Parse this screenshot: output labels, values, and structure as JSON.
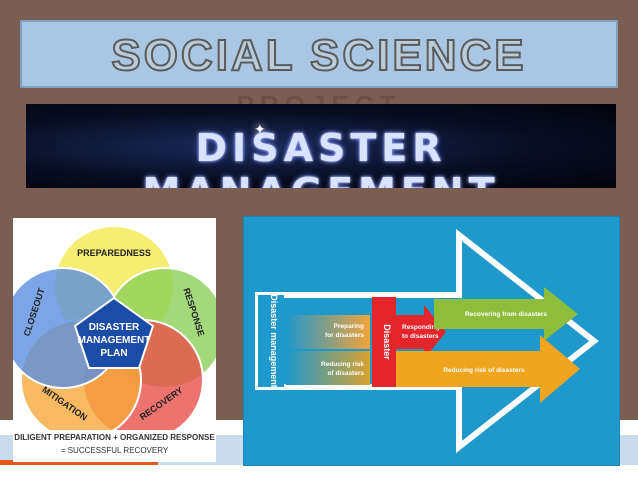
{
  "slide": {
    "title": "SOCIAL SCIENCE",
    "subtitle_partial": "PROJECT",
    "banner": "DISASTER MANAGEMENT"
  },
  "venn": {
    "segments": [
      "PREPAREDNESS",
      "RESPONSE",
      "RECOVERY",
      "MITIGATION",
      "CLOSEOUT"
    ],
    "center": [
      "DISASTER",
      "MANAGEMENT",
      "PLAN"
    ],
    "caption_line1": "DILIGENT PREPARATION + ORGANIZED RESPONSE",
    "caption_line2": "= SUCCESSFUL RECOVERY"
  },
  "arrow_diagram": {
    "vertical_label": "Disaster management",
    "disaster_label": "Disaster",
    "preparing": [
      "Preparing",
      "for disasters"
    ],
    "responding": [
      "Responding",
      "to disasters"
    ],
    "recovering": "Recovering from disasters",
    "reducing_left": [
      "Reducing risk",
      "of disasters"
    ],
    "reducing_right": "Reducing risk of disasters"
  },
  "colors": {
    "background": "#7b5e52",
    "title_box": "#a9c7e2",
    "arrow_card": "#1f98cc",
    "venn_yellow": "#f4ea5a",
    "venn_green": "#8ccf5a",
    "venn_red": "#e8504a",
    "venn_orange": "#f5a83a",
    "venn_blue": "#5a8fe0",
    "center_pentagon": "#1b4ca8",
    "disaster_bar": "#e3262b",
    "recover_arrow": "#8dbd3b",
    "reduce_arrow": "#f0a51e"
  }
}
